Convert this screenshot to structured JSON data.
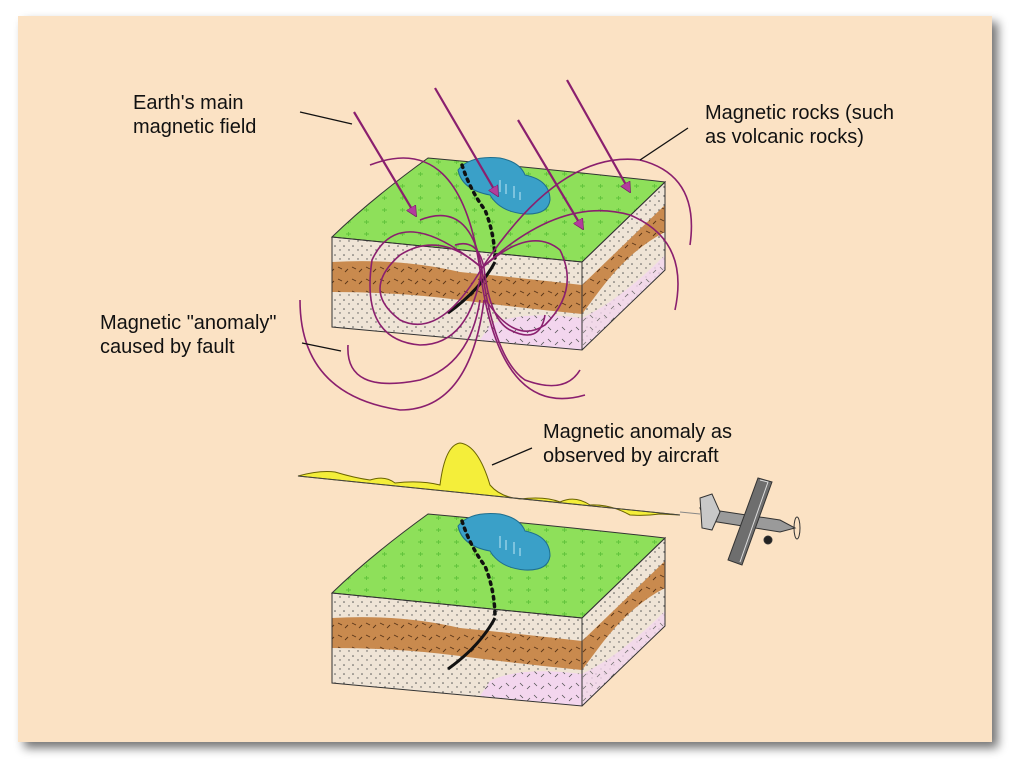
{
  "labels": {
    "earth_field": [
      "Earth's main",
      "magnetic field"
    ],
    "magnetic_rocks": [
      "Magnetic rocks (such",
      "as volcanic rocks)"
    ],
    "anomaly_fault": [
      "Magnetic \"anomaly\"",
      "caused by fault"
    ],
    "aircraft_anomaly": [
      "Magnetic anomaly as",
      "observed by aircraft"
    ]
  },
  "colors": {
    "background": "#fbe2c4",
    "grass": "#8ee05a",
    "lake": "#3aa0c8",
    "sand": "#efe4d6",
    "clay": "#c98a4e",
    "volcanic": "#f3d6ee",
    "field_lines": "#8a1f6e",
    "anomaly_fill": "#f4ee3a"
  },
  "icons": [
    "airplane-icon",
    "field-arrow-icon"
  ]
}
